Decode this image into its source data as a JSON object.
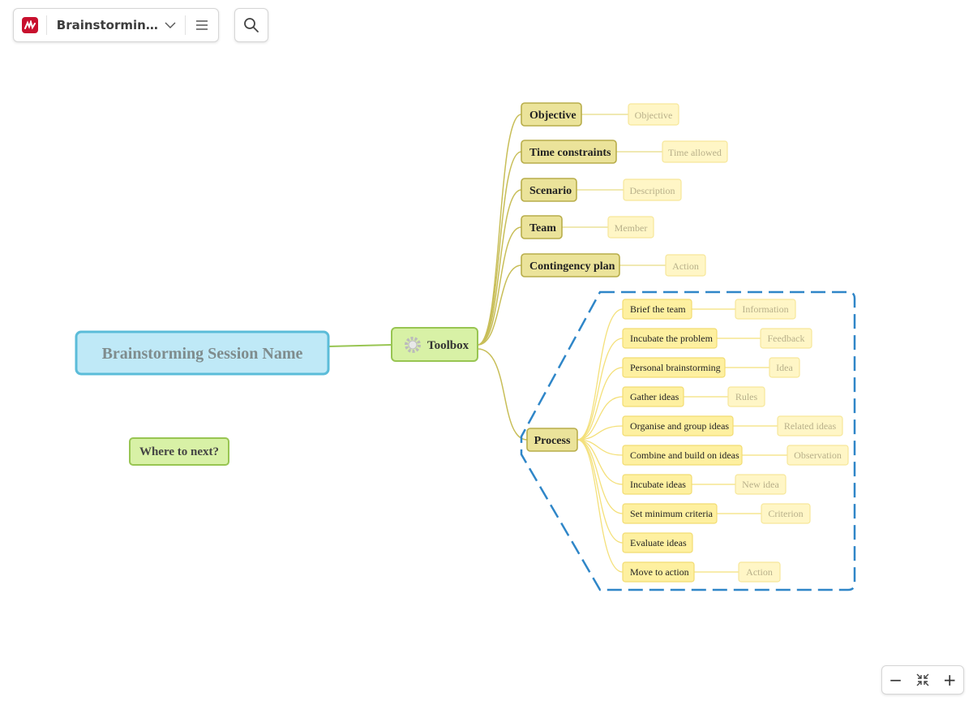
{
  "toolbar": {
    "document_title": "Brainstorming t...",
    "logo_icon": "app-logo-icon",
    "chevron_icon": "chevron-down-icon",
    "menu_icon": "hamburger-menu-icon",
    "search_icon": "search-icon"
  },
  "zoom": {
    "minus": "−",
    "plus": "+",
    "fit_icon": "fit-to-screen-icon"
  },
  "colors": {
    "central_fill": "#bfe9f7",
    "central_border": "#5bbcd9",
    "toolbox_fill": "#d8f1a6",
    "category_fill": "#ebe39a",
    "step_fill": "#fef0a0",
    "detail_fill": "#fff6c6",
    "boundary": "#2f86c8"
  },
  "map": {
    "central": "Brainstorming Session Name",
    "floating": "Where to next?",
    "toolbox": "Toolbox",
    "toolbox_icon": "gear-icon",
    "categories": [
      {
        "label": "Objective",
        "detail": "Objective"
      },
      {
        "label": "Time constraints",
        "detail": "Time allowed"
      },
      {
        "label": "Scenario",
        "detail": "Description"
      },
      {
        "label": "Team",
        "detail": "Member"
      },
      {
        "label": "Contingency plan",
        "detail": "Action"
      }
    ],
    "process": {
      "label": "Process",
      "steps": [
        {
          "label": "Brief the team",
          "detail": "Information"
        },
        {
          "label": "Incubate the problem",
          "detail": "Feedback"
        },
        {
          "label": "Personal brainstorming",
          "detail": "Idea"
        },
        {
          "label": "Gather ideas",
          "detail": "Rules"
        },
        {
          "label": "Organise and group ideas",
          "detail": "Related ideas"
        },
        {
          "label": "Combine and build on ideas",
          "detail": "Observation"
        },
        {
          "label": "Incubate ideas",
          "detail": "New idea"
        },
        {
          "label": "Set minimum criteria",
          "detail": "Criterion"
        },
        {
          "label": "Evaluate ideas",
          "detail": ""
        },
        {
          "label": "Move to action",
          "detail": "Action"
        }
      ]
    }
  }
}
